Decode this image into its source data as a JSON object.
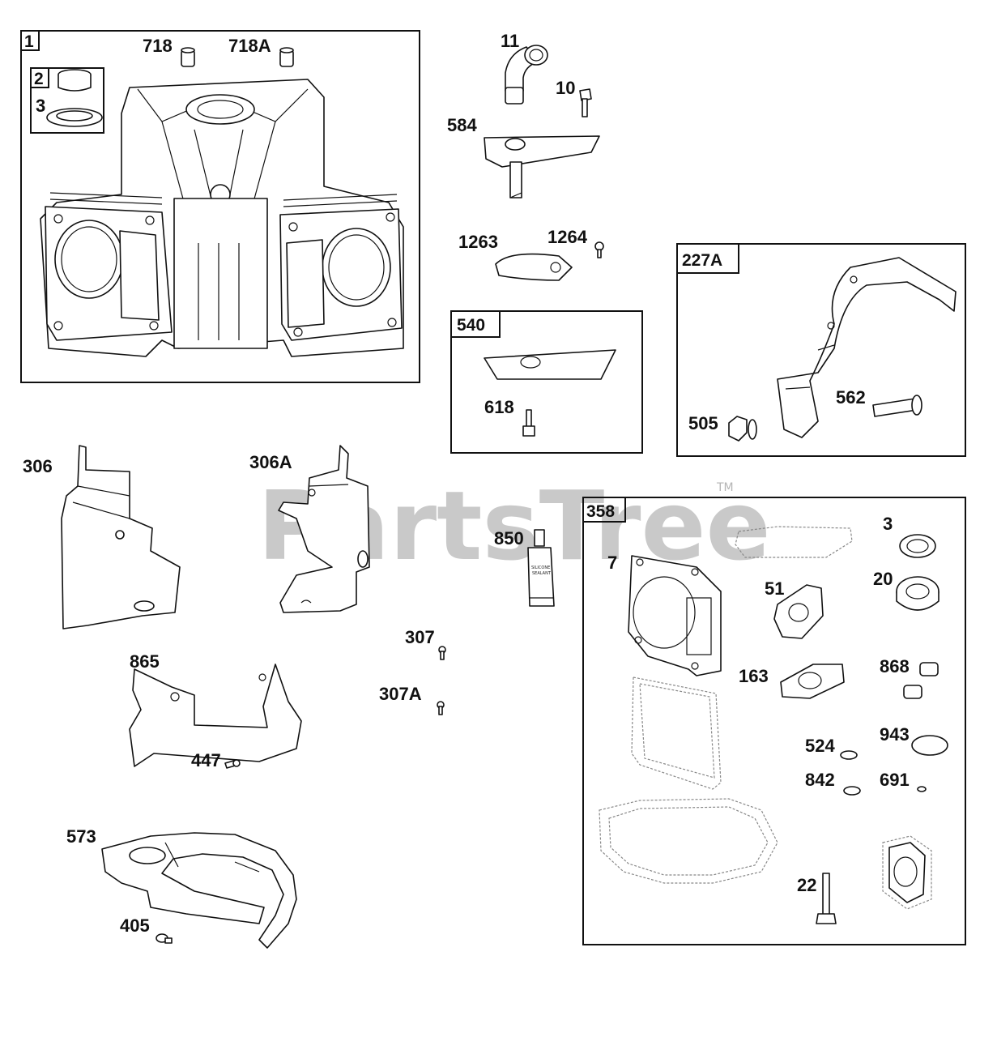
{
  "watermark": {
    "text": "PartsTree",
    "trademark": "TM"
  },
  "boxes": {
    "box1": "1",
    "box2": "2",
    "box540": "540",
    "box227A": "227A",
    "box358": "358"
  },
  "labels": {
    "p718": "718",
    "p718A": "718A",
    "p3a": "3",
    "p11": "11",
    "p10": "10",
    "p584": "584",
    "p1263": "1263",
    "p1264": "1264",
    "p618": "618",
    "p562": "562",
    "p505": "505",
    "p306": "306",
    "p306A": "306A",
    "p850": "850",
    "p307": "307",
    "p307A": "307A",
    "p865": "865",
    "p447": "447",
    "p573": "573",
    "p405": "405",
    "p7": "7",
    "p3b": "3",
    "p20": "20",
    "p51": "51",
    "p163": "163",
    "p868": "868",
    "p524": "524",
    "p943": "943",
    "p842": "842",
    "p691": "691",
    "p22": "22"
  },
  "sealant_tube": {
    "line1": "SILICONE",
    "line2": "SEALANT"
  }
}
